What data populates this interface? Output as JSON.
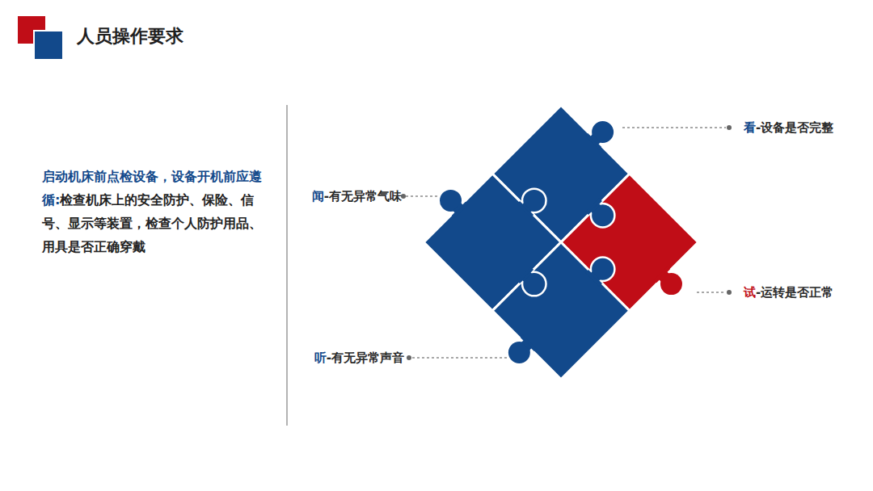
{
  "diagram": {
    "title": "人员操作要求",
    "labels": [
      "启动机床前点检设备，设备开机前应遵循:",
      "检查机床上的安全防护、保险、信号、显示等装置，检查个人防护用品、用具是否正确穿戴",
      "看",
      "-设备是否完整",
      "闻",
      "-有无异常气味",
      "试",
      "-运转是否正常",
      "听",
      "-有无异常声音"
    ]
  }
}
